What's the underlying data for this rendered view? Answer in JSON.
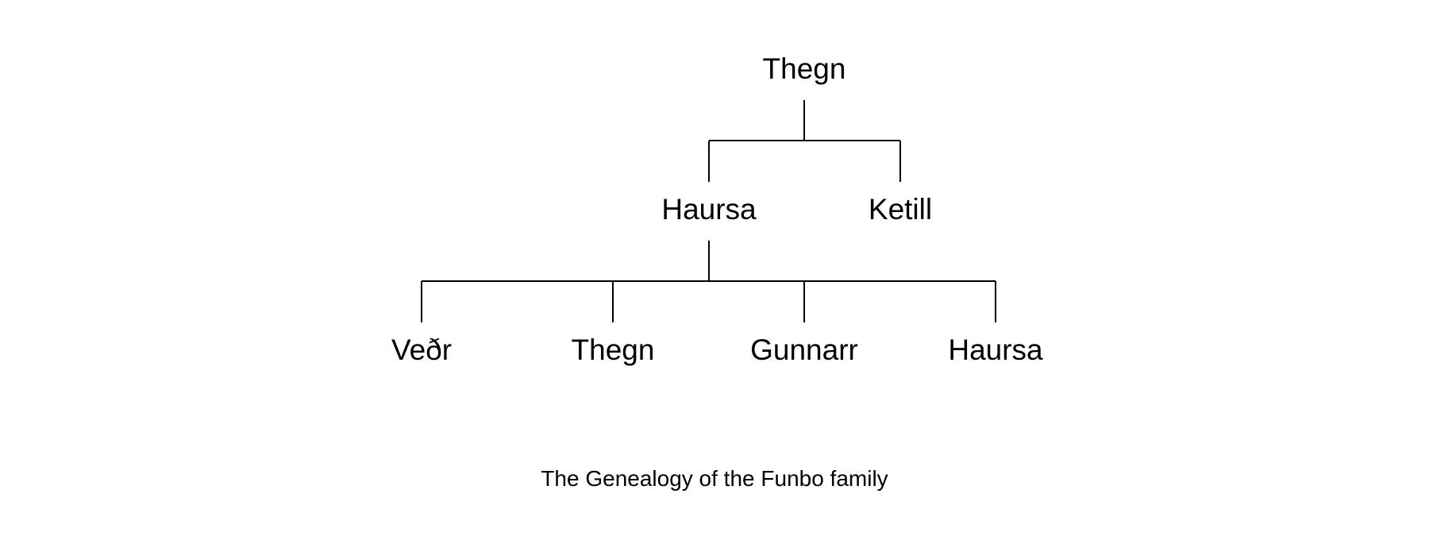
{
  "tree": {
    "name": "Thegn",
    "children": [
      {
        "name": "Haursa",
        "children": [
          {
            "name": "Veðr"
          },
          {
            "name": "Thegn"
          },
          {
            "name": "Gunnarr"
          },
          {
            "name": "Haursa"
          }
        ]
      },
      {
        "name": "Ketill"
      }
    ]
  },
  "caption": "The Genealogy of the Funbo family"
}
